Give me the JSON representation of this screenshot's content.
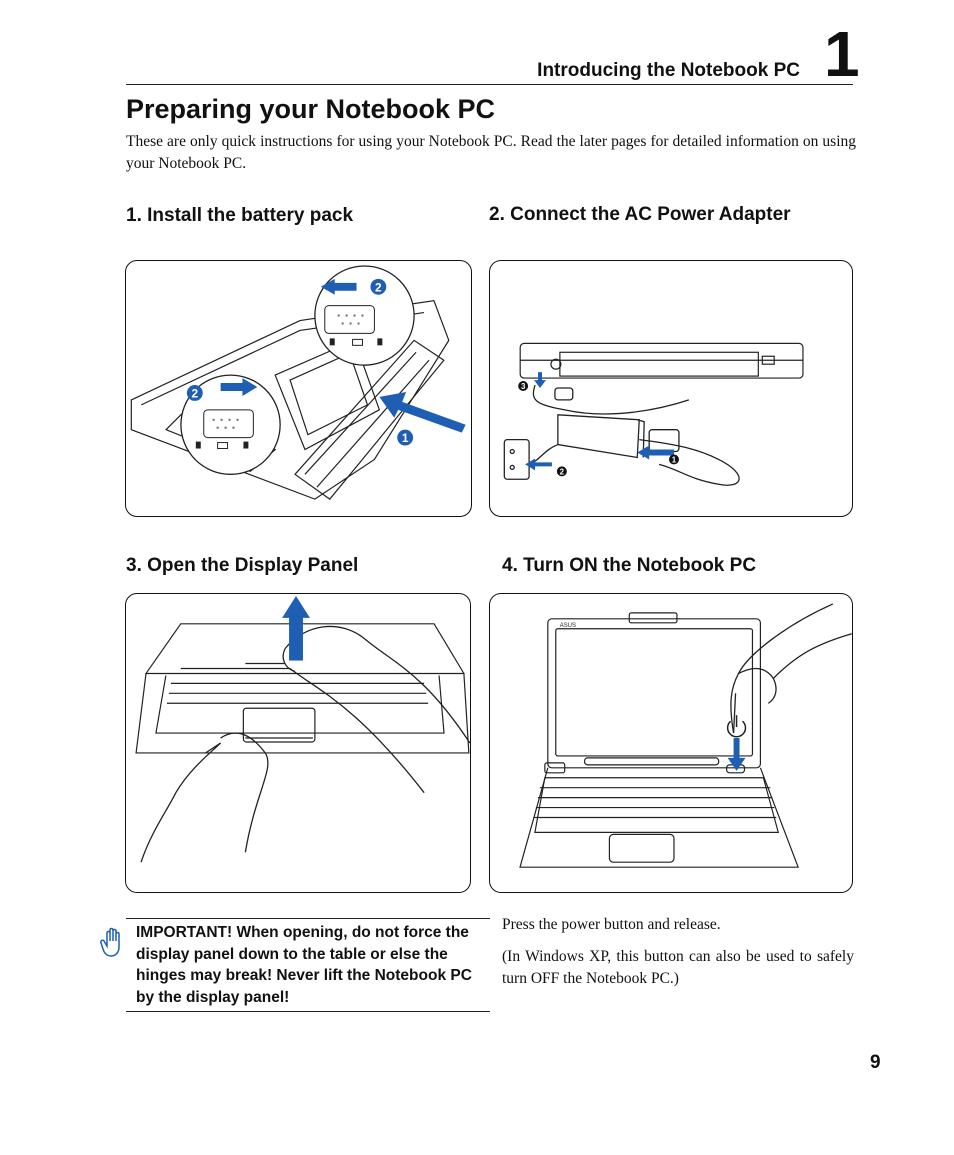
{
  "header": {
    "section_title": "Introducing the Notebook PC",
    "chapter_number": "1"
  },
  "page_title": "Preparing your Notebook PC",
  "intro": "These are only quick instructions for using your Notebook PC. Read the later pages for detailed information on using your Notebook PC.",
  "steps": [
    {
      "heading": "1. Install the battery pack",
      "callouts": [
        "1",
        "2",
        "2"
      ]
    },
    {
      "heading": "2. Connect the AC Power Adapter",
      "callouts": [
        "1",
        "2",
        "3"
      ]
    },
    {
      "heading": "3. Open the Display Panel"
    },
    {
      "heading": "4. Turn ON the Notebook PC",
      "logo": "ASUS"
    }
  ],
  "important": {
    "icon": "hand-icon",
    "text": "IMPORTANT!  When opening, do not force the display panel down to the table or else the hinges may break! Never lift the Notebook PC by the display panel!"
  },
  "power_instructions": [
    "Press the power button and release.",
    "(In Windows XP, this button can also be used to safely turn OFF the Notebook PC.)"
  ],
  "page_number": "9",
  "colors": {
    "accent_blue": "#1f5fb3",
    "line": "#222222"
  }
}
